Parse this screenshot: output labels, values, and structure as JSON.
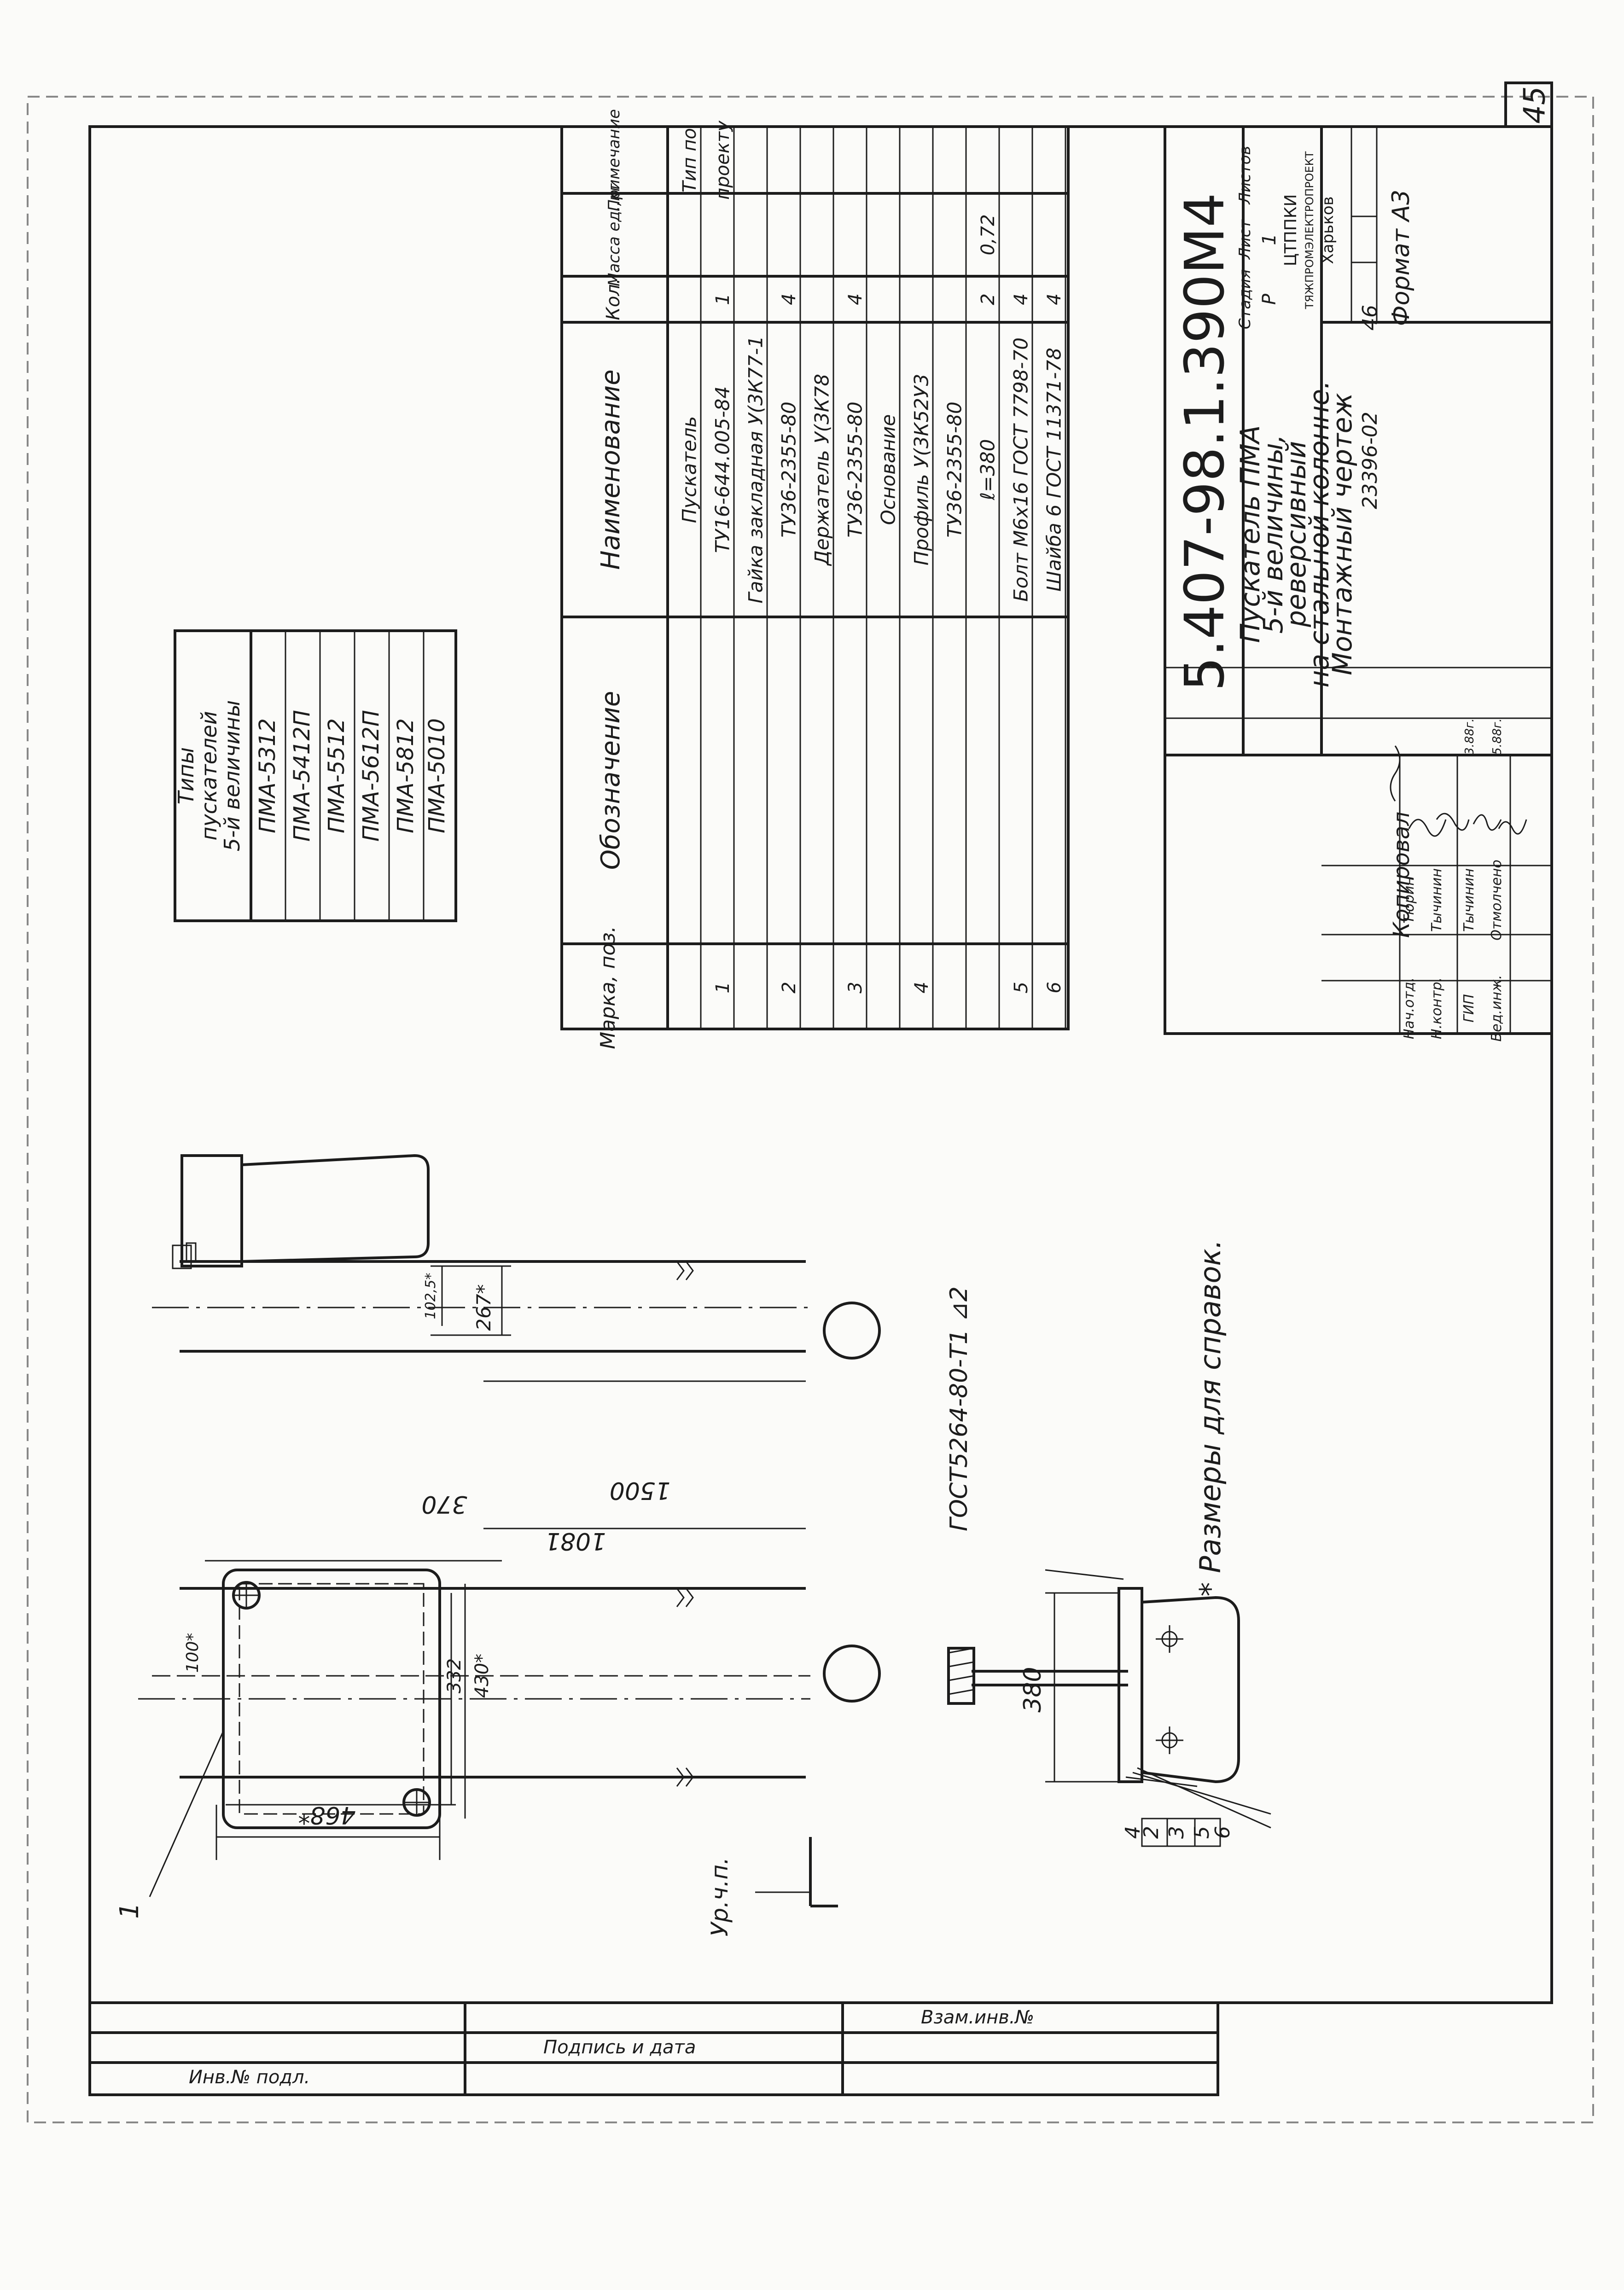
{
  "sheet": {
    "page_no": "45",
    "doc_code": "5.407-98.1.390М4",
    "title_lines": [
      "Пускатель ПМА",
      "5-й величины,",
      "реверсивный",
      "на стальной колонне.",
      "Монтажный чертеж"
    ],
    "stage_hdr": "Стадия",
    "sheet_hdr": "Лист",
    "sheets_hdr": "Листов",
    "stage": "Р",
    "sheet_val": "1",
    "org_lines": [
      "ЦТППКИ",
      "ТЯЖПРОМЭЛЕКТРОПРОЕКТ",
      "Харьков"
    ],
    "inv_no": "23396-02",
    "page_ref": "46",
    "format": "Формат А3",
    "copied": "Копировал",
    "signers": [
      {
        "role": "Нач.отд.",
        "name": "Тюрин",
        "date": ""
      },
      {
        "role": "Н.контр.",
        "name": "Тычинин",
        "date": ""
      },
      {
        "role": "ГИП",
        "name": "Тычинин",
        "date": "3.88г."
      },
      {
        "role": "Вед.инж.",
        "name": "Отмолчено",
        "date": "5.88г."
      }
    ],
    "side_labels": [
      "Инв.№ подл.",
      "Подпись и дата",
      "Взам.инв.№"
    ]
  },
  "types_table": {
    "title_lines": [
      "Типы",
      "пускателей",
      "5-й величины"
    ],
    "rows": [
      "ПМА-5312",
      "ПМА-5412П",
      "ПМА-5512",
      "ПМА-5612П",
      "ПМА-5812",
      "ПМА-5010"
    ]
  },
  "spec": {
    "headers": [
      "Марка, поз.",
      "Обозначение",
      "Наименование",
      "Кол.",
      "Масса ед.,кг",
      "Примечание"
    ],
    "rows": [
      {
        "mark": "",
        "name": "Пускатель",
        "qty": "",
        "mass": "",
        "note": "Тип по"
      },
      {
        "mark": "1",
        "name": "ТУ16-644.005-84",
        "qty": "1",
        "mass": "",
        "note": "проекту"
      },
      {
        "mark": "",
        "name": "Гайка закладная У(3К77-1",
        "qty": "",
        "mass": "",
        "note": ""
      },
      {
        "mark": "2",
        "name": "ТУ36-2355-80",
        "qty": "4",
        "mass": "",
        "note": ""
      },
      {
        "mark": "",
        "name": "Держатель У(3К78",
        "qty": "",
        "mass": "",
        "note": ""
      },
      {
        "mark": "3",
        "name": "ТУ36-2355-80",
        "qty": "4",
        "mass": "",
        "note": ""
      },
      {
        "mark": "",
        "name": "Основание",
        "qty": "",
        "mass": "",
        "note": ""
      },
      {
        "mark": "4",
        "name": "Профиль У(3К52У3",
        "qty": "",
        "mass": "",
        "note": ""
      },
      {
        "mark": "",
        "name": "ТУ36-2355-80",
        "qty": "",
        "mass": "",
        "note": ""
      },
      {
        "mark": "",
        "name": "ℓ=380",
        "qty": "2",
        "mass": "0,72",
        "note": ""
      },
      {
        "mark": "5",
        "name": "Болт М6х16 ГОСТ 7798-70",
        "qty": "4",
        "mass": "",
        "note": ""
      },
      {
        "mark": "6",
        "name": "Шайба 6 ГОСТ 11371-78",
        "qty": "4",
        "mass": "",
        "note": ""
      }
    ]
  },
  "drawing": {
    "dims": [
      "370",
      "1500",
      "1081",
      "100*",
      "332",
      "430*",
      "468*",
      "267*",
      "102,5*",
      "380"
    ],
    "level_mark": "Ур.ч.п.",
    "weld_note": "ГОСТ5264-80-Т1 ⊿2",
    "ref_note": "* Размеры для справок.",
    "leaders": [
      "1",
      "2",
      "3",
      "4",
      "5",
      "6"
    ]
  }
}
